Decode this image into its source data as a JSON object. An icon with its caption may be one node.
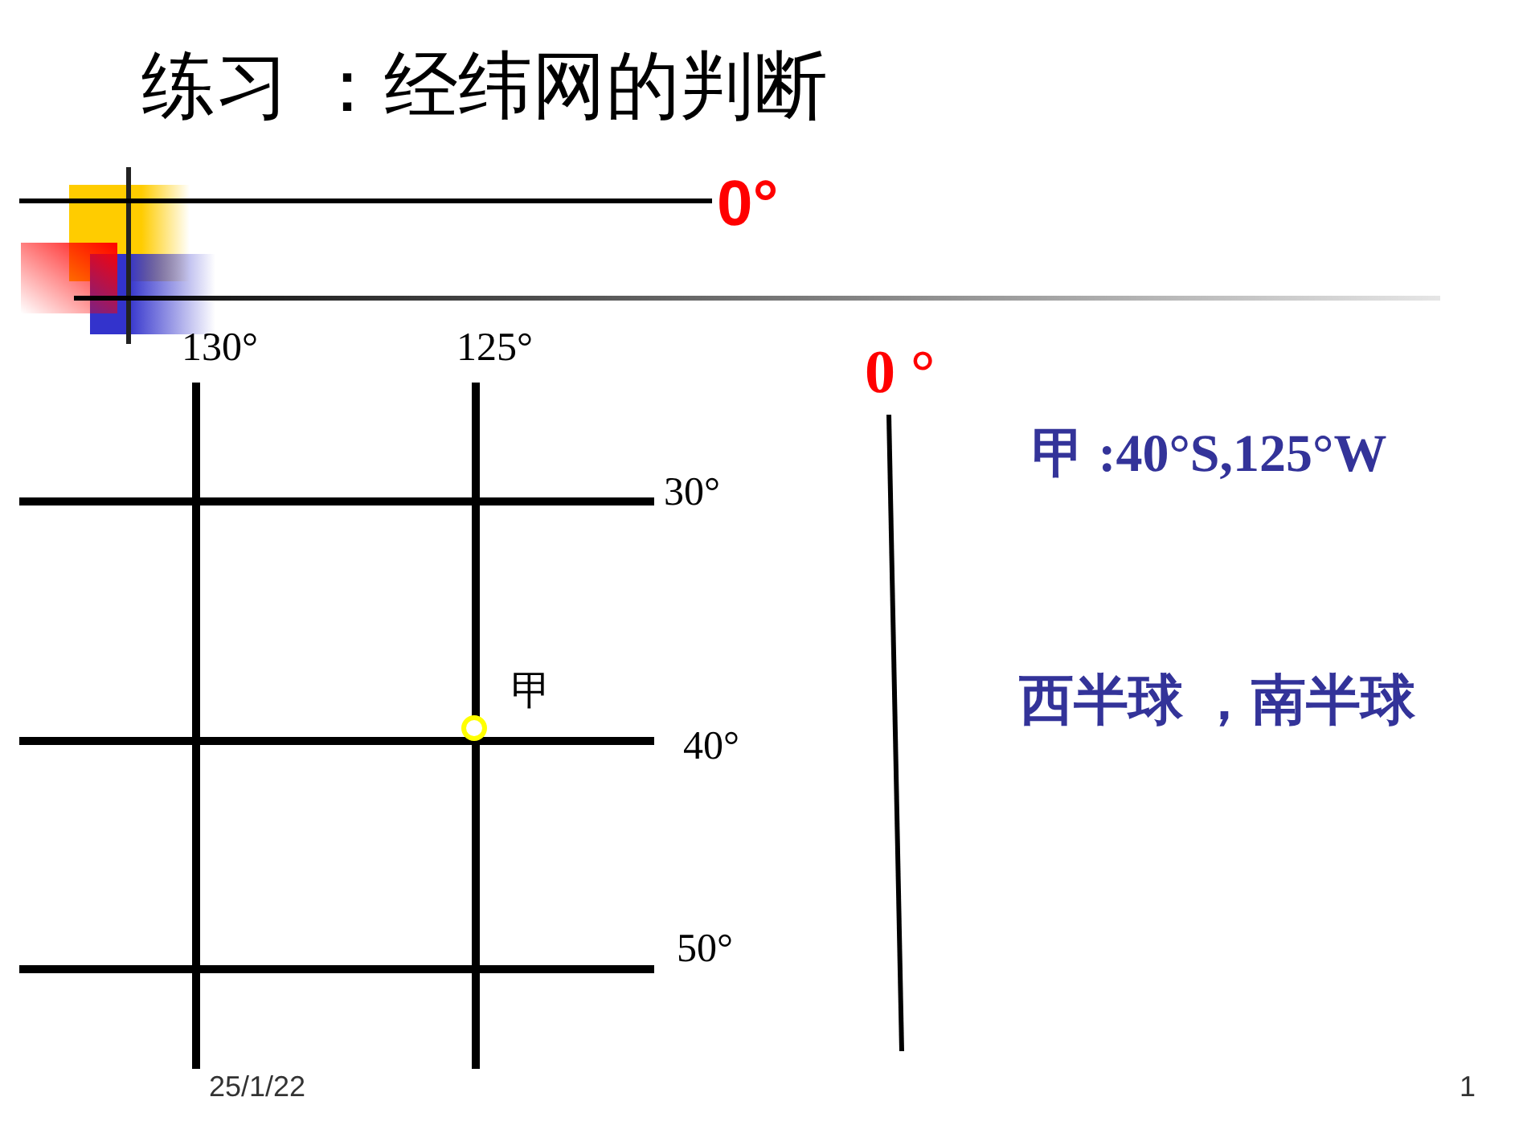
{
  "diagram": {
    "title": "练习 ：经纬网的判断",
    "nodes": [
      {
        "text": [],
        "shape": "circle",
        "beside": [
          "甲"
        ]
      }
    ],
    "labels": [
      "0°",
      "130°",
      "125°",
      "0 °",
      "甲 :40°S,125°W",
      "30°",
      "40°",
      "西半球 ，南半球",
      "50°",
      "25/1/22",
      "1"
    ]
  }
}
